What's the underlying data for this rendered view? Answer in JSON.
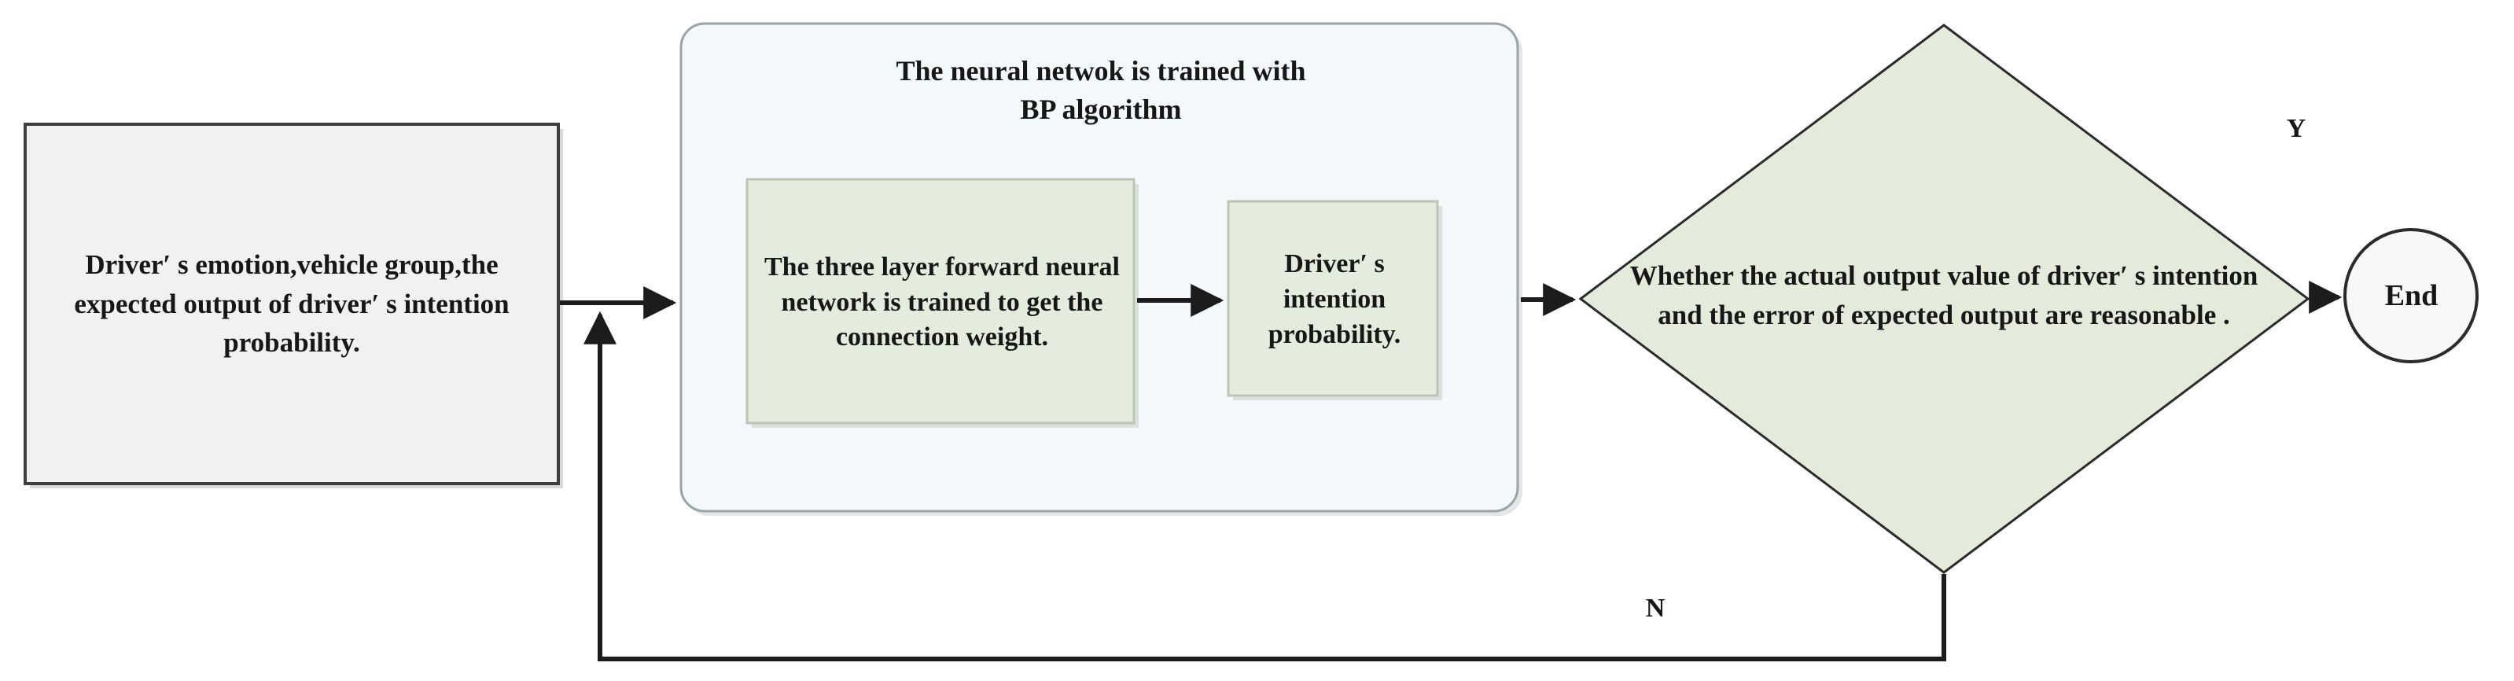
{
  "diagram": {
    "title": "Neural network training flowchart",
    "colors": {
      "start_box_fill": "#f1f1f1",
      "start_box_stroke": "#3f3f3f",
      "container_fill": "#f3f8fb",
      "container_stroke": "#9aa3a8",
      "inner_box_fill": "#e3ecdd",
      "inner_box_stroke": "#b9c6b4",
      "decision_fill": "#e4ebda",
      "decision_stroke": "#2b2b2b",
      "end_fill": "#f7f7f7",
      "end_stroke": "#2b2b2b",
      "connector": "#1c1c1c",
      "text": "#171717"
    },
    "nodes": {
      "start_box": {
        "shape": "rectangle",
        "label": "Driver′ s emotion,vehicle group,the expected output of driver′ s intention probability."
      },
      "container": {
        "shape": "rounded-rectangle",
        "title": "The neural netwok is trained with\nBP algorithm"
      },
      "inner_box_1": {
        "shape": "rectangle",
        "label": "The three layer forward neural network is trained to get the connection weight."
      },
      "inner_box_2": {
        "shape": "rectangle",
        "label": "Driver′ s intention probability."
      },
      "decision": {
        "shape": "diamond",
        "label": "Whether the actual output value of driver′ s intention and the error of expected output are reasonable ."
      },
      "end": {
        "shape": "circle",
        "label": "End"
      }
    },
    "edges": {
      "yes_label": "Y",
      "no_label": "N"
    }
  }
}
